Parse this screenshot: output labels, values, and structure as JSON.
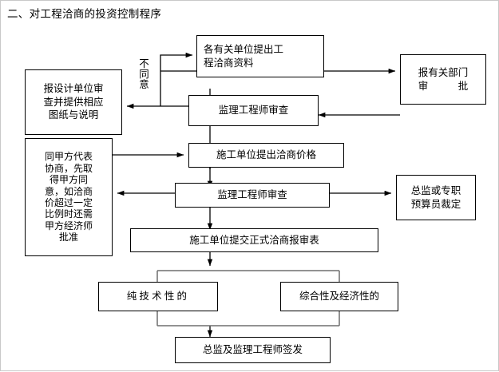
{
  "title": "二、对工程洽商的投资控制程序",
  "diagram": {
    "type": "flowchart",
    "nodes": [
      {
        "id": "design-review",
        "label": "报设计单位审查并提供相应图纸与说明",
        "lines": [
          "报设计单位审",
          "查并提供相应",
          "图纸与说明"
        ]
      },
      {
        "id": "units-submit",
        "label": "各有关单位提出工程洽商资料",
        "lines": [
          "各有关单位提出工",
          "程洽商资料"
        ]
      },
      {
        "id": "dept-approval",
        "label": "报有关部门审批",
        "lines": [
          "报有关部门",
          "审　　　批"
        ]
      },
      {
        "id": "supervisor-1",
        "label": "监理工程师审查",
        "lines": [
          "监理工程师审查"
        ]
      },
      {
        "id": "owner-consult",
        "label": "同甲方代表协商，先取得甲方同意，如洽商价超过一定比例时还需甲方经济师批准",
        "lines": [
          "同甲方代表",
          "协商，先取",
          "得甲方同",
          "意，如洽商",
          "价超过一定",
          "比例时还需",
          "甲方经济师",
          "批准"
        ]
      },
      {
        "id": "contractor-price",
        "label": "施工单位提出洽商价格",
        "lines": [
          "施工单位提出洽商价格"
        ]
      },
      {
        "id": "supervisor-2",
        "label": "监理工程师审查",
        "lines": [
          "监理工程师审查"
        ]
      },
      {
        "id": "chief-ruling",
        "label": "总监或专职预算员裁定",
        "lines": [
          "总监或专职",
          "预算员裁定"
        ]
      },
      {
        "id": "formal-form",
        "label": "施工单位提交正式洽商报审表",
        "lines": [
          "施工单位提交正式洽商报审表"
        ]
      },
      {
        "id": "pure-technical",
        "label": "纯技术性的",
        "lines": [
          "纯技术性的"
        ]
      },
      {
        "id": "comprehensive",
        "label": "综合性及经济性的",
        "lines": [
          "综合性及经济性的"
        ]
      },
      {
        "id": "final-signoff",
        "label": "总监及监理工程师签发",
        "lines": [
          "总监及监理工程师签发"
        ]
      }
    ],
    "edge_labels": [
      {
        "id": "disagree",
        "label": "不同意",
        "chars": "不同意"
      }
    ],
    "colors": {
      "line": "#000000",
      "branch_line": "#6e6e6e",
      "text": "#000000",
      "background": "#ffffff",
      "border": "#000000"
    }
  }
}
